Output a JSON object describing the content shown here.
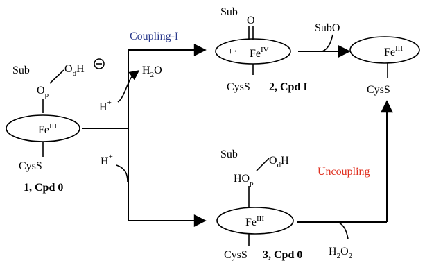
{
  "reaction": {
    "coupling_label": "Coupling-I",
    "uncoupling_label": "Uncoupling",
    "coupling_color": "#2b3a8c",
    "uncoupling_color": "#e03020"
  },
  "reagents": {
    "h_plus_top": {
      "main": "H",
      "sup": "+"
    },
    "h_plus_bottom": {
      "main": "H",
      "sup": "+"
    },
    "water": {
      "main": "H",
      "sub": "2",
      "tail": "O"
    },
    "subo": "SubO",
    "peroxide": {
      "main": "H",
      "sub": "2",
      "mid": "O",
      "sub2": "2"
    }
  },
  "compounds": {
    "cpd0_1": {
      "sub": "Sub",
      "op": {
        "main": "O",
        "sub": "p"
      },
      "od": {
        "main": "O",
        "sub": "d",
        "tail": "H"
      },
      "charge": "−",
      "fe": {
        "main": "Fe",
        "sup": "III"
      },
      "cys": "CysS",
      "label": "1, Cpd 0"
    },
    "cpdI_2": {
      "sub": "Sub",
      "oxo": "O",
      "radical": "+·",
      "fe": {
        "main": "Fe",
        "sup": "IV"
      },
      "cys": "CysS",
      "label": "2, Cpd I"
    },
    "cpd0_3": {
      "sub": "Sub",
      "hop": {
        "main": "HO",
        "sub": "p"
      },
      "od": {
        "main": "O",
        "sub": "d",
        "tail": "H"
      },
      "fe": {
        "main": "Fe",
        "sup": "III"
      },
      "cys": "CysS",
      "label": "3, Cpd 0"
    },
    "resting": {
      "fe": {
        "main": "Fe",
        "sup": "III"
      },
      "cys": "CysS"
    }
  }
}
